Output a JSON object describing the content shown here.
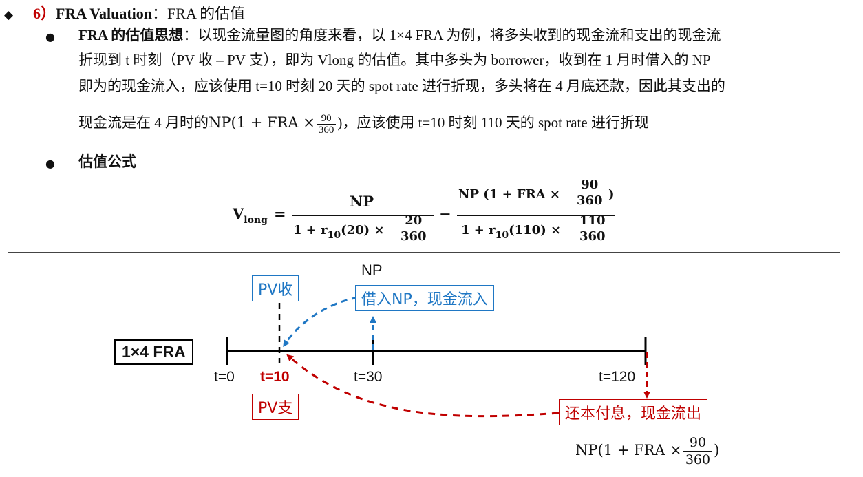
{
  "heading": {
    "bullet": "◆",
    "number": "6）",
    "title_en": "FRA Valuation",
    "colon": "：",
    "title_cn": "FRA 的估值"
  },
  "section1": {
    "bullet": "●",
    "label": "FRA 的估值思想",
    "colon": "：",
    "line1": "以现金流量图的角度来看，以 1×4 FRA 为例，将多头收到的现金流和支出的现金流",
    "line2": "折现到 t 时刻（PV 收 – PV 支），即为 Vlong 的估值。其中多头为 borrower，收到在 1 月时借入的 NP",
    "line3": "即为的现金流入，应该使用 t=10 时刻 20 天的 spot rate 进行折现，多头将在 4 月底还款，因此其支出的",
    "line4_pre": "现金流是在 4 月时的",
    "line4_expr": "NP(1 + FRA ×",
    "line4_num": "90",
    "line4_den": "360",
    "line4_post": ")，应该使用 t=10 时刻 110 天的 spot rate 进行折现"
  },
  "section2": {
    "bullet": "●",
    "label": "估值公式"
  },
  "formula": {
    "lhs": "V",
    "lhs_sub": "long",
    "eq": "=",
    "t1_num": "NP",
    "t1_den_pre": "1 + r",
    "t1_den_sub": "10",
    "t1_den_mid": "(20) ×",
    "t1_den_frac_num": "20",
    "t1_den_frac_den": "360",
    "minus": "−",
    "t2_num_pre": "NP (1 + FRA ×",
    "t2_num_frac_num": "90",
    "t2_num_frac_den": "360",
    "t2_num_post": ")",
    "t2_den_pre": "1 + r",
    "t2_den_sub": "10",
    "t2_den_mid": "(110) ×",
    "t2_den_frac_num": "110",
    "t2_den_frac_den": "360"
  },
  "diagram": {
    "fra_label": "1×4 FRA",
    "t0": "t=0",
    "t10": "t=10",
    "t30": "t=30",
    "t120": "t=120",
    "np_label": "NP",
    "pv_in": "PV收",
    "pv_out": "PV支",
    "inflow": "借入NP，现金流入",
    "outflow": "还本付息，现金流出",
    "bottom_expr": "NP(1 + FRA ×",
    "bottom_num": "90",
    "bottom_den": "360",
    "bottom_post": ")",
    "colors": {
      "blue": "#1f77c4",
      "red": "#c00000",
      "black": "#000000"
    }
  }
}
